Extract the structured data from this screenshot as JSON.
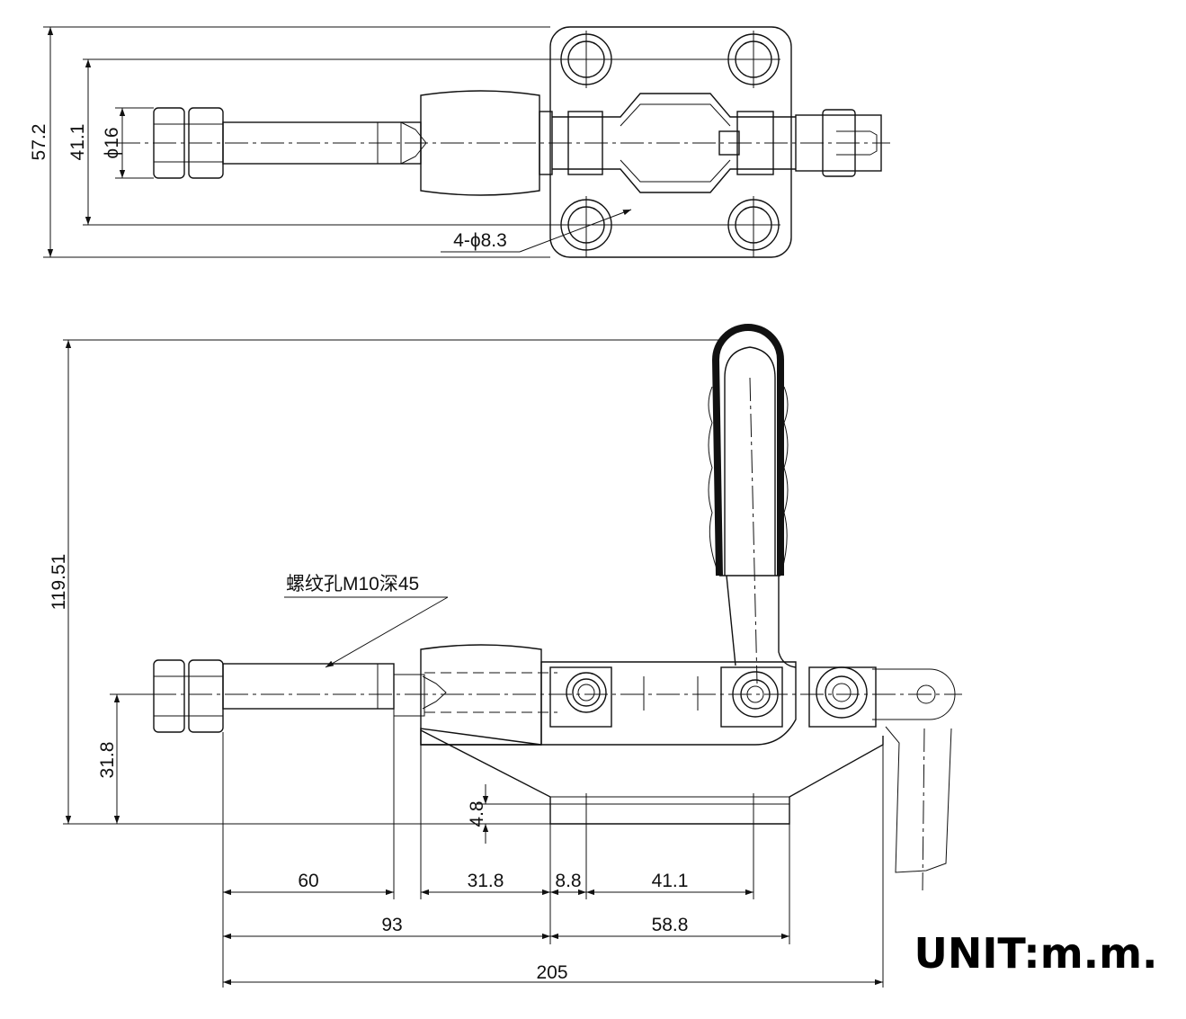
{
  "units_label": "UNIT:m.m.",
  "top_view": {
    "dims": {
      "overall_width": "57.2",
      "hole_spacing": "41.1",
      "plunger_dia": "ϕ16",
      "holes": "4-ϕ8.3"
    }
  },
  "side_view": {
    "thread_note": "螺纹孔M10深45",
    "dims": {
      "height": "119.51",
      "axis_height": "31.8",
      "base_step": "4.8",
      "d60": "60",
      "d31_8": "31.8",
      "d8_8": "8.8",
      "d41_1": "41.1",
      "d93": "93",
      "d58_8": "58.8",
      "d205": "205"
    }
  }
}
